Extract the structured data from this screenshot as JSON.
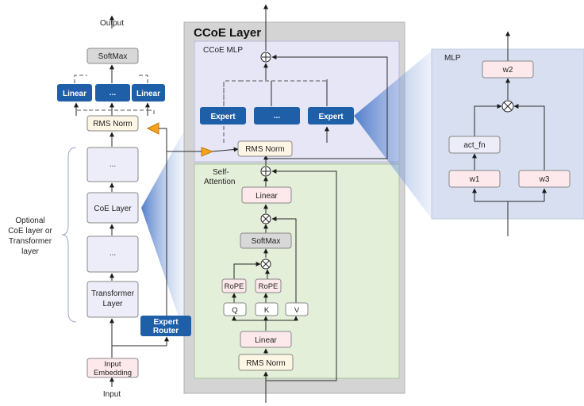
{
  "left": {
    "output_label": "Output",
    "softmax": "SoftMax",
    "linear_left": "Linear",
    "dots_mid": "...",
    "linear_right": "Linear",
    "rms_norm": "RMS Norm",
    "dots_top": "...",
    "coe_layer": "CoE Layer",
    "dots_bottom": "...",
    "transformer_line1": "Transformer",
    "transformer_line2": "Layer",
    "input_emb_line1": "Input",
    "input_emb_line2": "Embedding",
    "input_label": "Input",
    "expert_router_line1": "Expert",
    "expert_router_line2": "Router",
    "optional_lines": [
      "Optional",
      "CoE layer or",
      "Transformer",
      "layer"
    ]
  },
  "ccoe": {
    "title": "CCoE Layer",
    "mlp_label": "CCoE MLP",
    "expert_left": "Expert",
    "dots": "...",
    "expert_right": "Expert",
    "rms_norm_mid": "RMS Norm",
    "self_attention_line1": "Self-",
    "self_attention_line2": "Attention",
    "linear_top": "Linear",
    "softmax": "SoftMax",
    "rope_q": "RoPE",
    "rope_k": "RoPE",
    "q": "Q",
    "k": "K",
    "v": "V",
    "linear_bottom": "Linear",
    "rms_norm_bottom": "RMS Norm"
  },
  "mlp": {
    "label": "MLP",
    "w2": "w2",
    "act_fn": "act_fn",
    "w1": "w1",
    "w3": "w3"
  },
  "colors": {
    "dark_blue": "#1f5fa8",
    "gray_box": "#d4d4d4",
    "mlp_region": "#e6e6f7",
    "attn_region": "#e4efd9",
    "mlp_panel": "#d7dff0",
    "pink_box": "#fde9ec",
    "cream_box": "#fdf6e4",
    "lavender_box": "#ecedf8",
    "orange": "#f6a21c"
  }
}
